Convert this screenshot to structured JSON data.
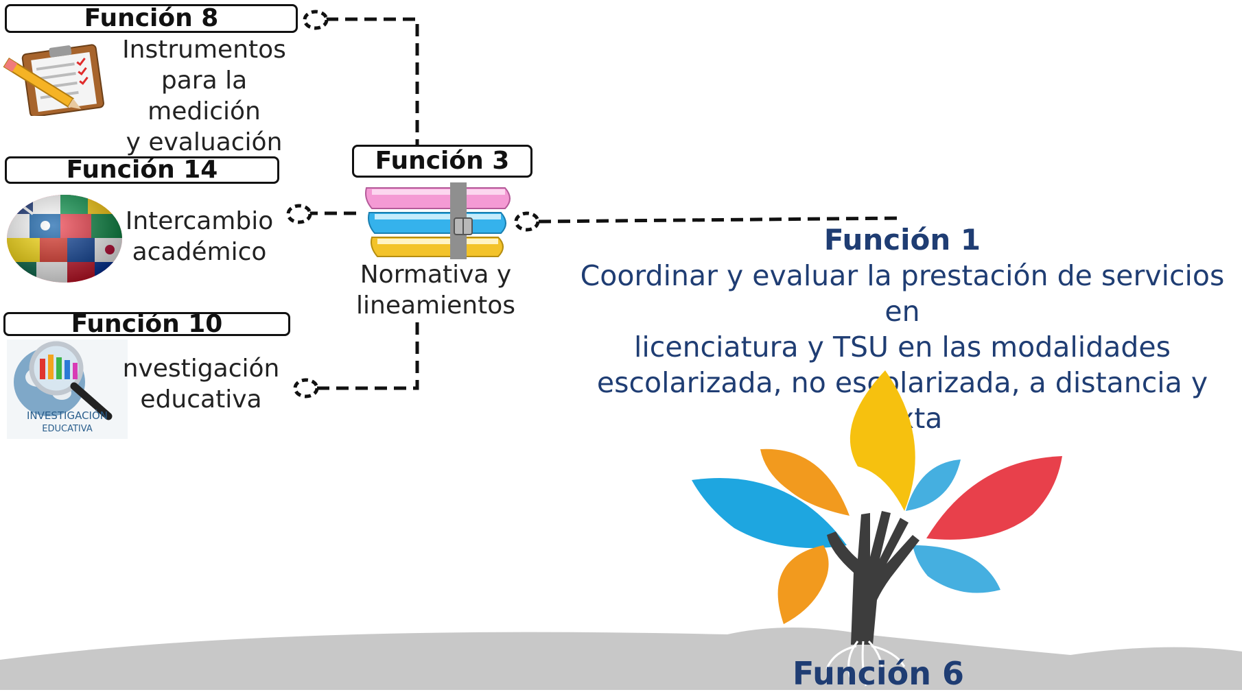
{
  "funcion8": {
    "title": "Función 8",
    "label": "Instrumentos\npara la medición\ny evaluación"
  },
  "funcion14": {
    "title": "Función 14",
    "label": "Intercambio\nacadémico"
  },
  "funcion10": {
    "title": "Función 10",
    "label": "nvestigación\neducativa",
    "image_text_1": "INVESTIGACIÓN",
    "image_text_2": "EDUCATIVA"
  },
  "funcion3": {
    "title": "Función 3",
    "label": "Normativa y\nlineamientos"
  },
  "funcion1": {
    "title": "Función 1",
    "description": "Coordinar y evaluar la prestación de servicios en\nlicenciatura y TSU en las modalidades\nescolarizada, no escolarizada, a distancia y mixta"
  },
  "funcion6": {
    "title": "Función 6"
  },
  "colors": {
    "text_blue": "#1f3d73",
    "leaf_blue": "#1ea6e0",
    "leaf_yellow": "#f6c10f",
    "leaf_orange": "#f29a1e",
    "leaf_red": "#e8404b",
    "leaf_lightblue": "#45afe0",
    "trunk": "#3d3d3d",
    "ground": "#c8c8c8"
  },
  "icons": [
    "clipboard-pencil-icon",
    "flag-globe-icon",
    "magnifier-globe-icon",
    "books-archive-icon",
    "tree-hand-icon"
  ]
}
